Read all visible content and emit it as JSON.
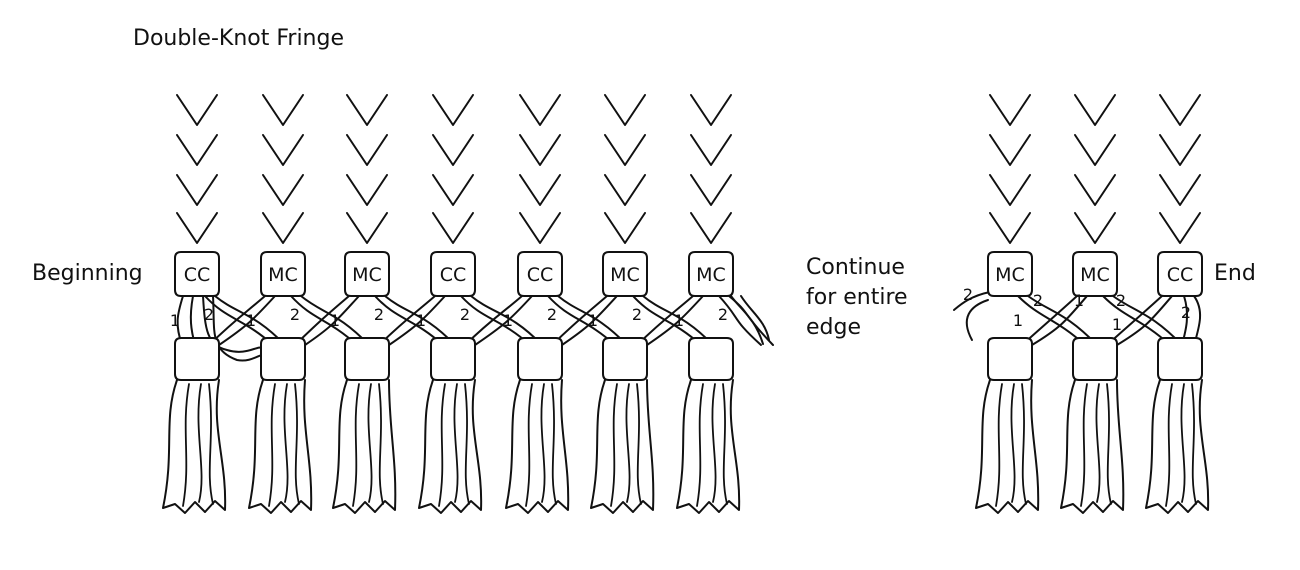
{
  "title": "Double-Knot Fringe",
  "labels": {
    "beginning": "Beginning",
    "continue_line1": "Continue",
    "continue_line2": "for entire",
    "continue_line3": "edge",
    "end": "End"
  },
  "left_group": {
    "knots": [
      "CC",
      "MC",
      "MC",
      "CC",
      "CC",
      "MC",
      "MC"
    ],
    "strand_numbers": [
      [
        "1",
        "2"
      ],
      [
        "1",
        "2"
      ],
      [
        "1",
        "2"
      ],
      [
        "1",
        "2"
      ],
      [
        "1",
        "2"
      ],
      [
        "1",
        "2"
      ],
      [
        "1",
        "2"
      ]
    ]
  },
  "right_group": {
    "knots": [
      "MC",
      "MC",
      "CC"
    ],
    "strand_numbers": [
      [
        "2",
        "2",
        "1"
      ],
      [
        "1",
        "2",
        "1"
      ],
      [
        "2"
      ]
    ]
  },
  "colors": {
    "ink": "#111111",
    "background": "#ffffff"
  },
  "icons": {
    "stitch": "v-stitch-chevron",
    "knot": "rounded-square-knot",
    "tassel": "fringe-tassel"
  }
}
